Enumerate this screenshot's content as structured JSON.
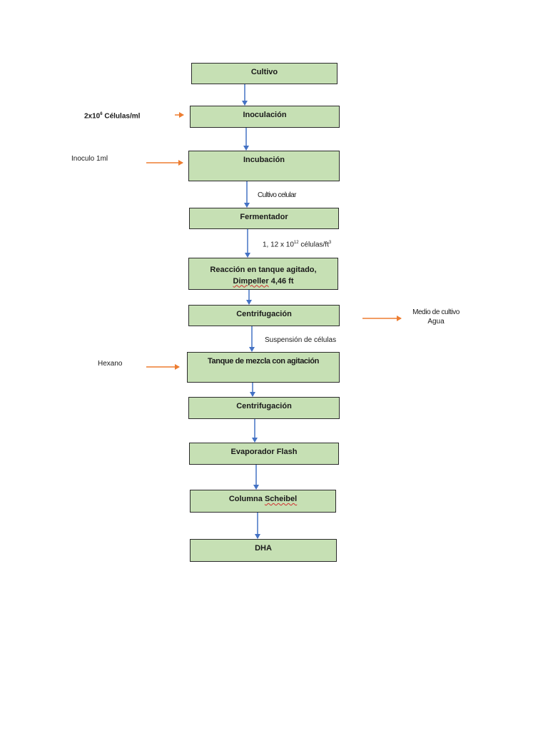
{
  "colors": {
    "box_fill": "#c6e0b4",
    "box_border": "#2b2b2b",
    "flow_arrow": "#4472c4",
    "input_arrow": "#ed7d31"
  },
  "steps": {
    "cultivo": "Cultivo",
    "inoculacion": "Inoculación",
    "incubacion": "Incubación",
    "fermentador": "Fermentador",
    "reaccion_line1": "Reacción en tanque agitado,",
    "reaccion_line2_word": "Dimpeller",
    "reaccion_line2_rest": " 4,46 ft",
    "centrifugacion1": "Centrifugación",
    "tanque_mezcla": "Tanque de mezcla con agitación",
    "centrifugacion2": "Centrifugación",
    "evaporador": "Evaporador Flash",
    "columna_word1": "Columna ",
    "columna_word2": "Scheibel",
    "dha": "DHA"
  },
  "inputs": {
    "celulas_base": "2x10",
    "celulas_exp": "6",
    "celulas_unit": " Células/ml",
    "inoculo": "Inoculo 1ml",
    "hexano": "Hexano"
  },
  "outputs": {
    "medio_line1": "Medio de cultivo",
    "medio_line2": "Agua"
  },
  "stream_labels": {
    "cultivo_celular": "Cultivo celular",
    "concentracion_base": "1, 12 x 10",
    "concentracion_exp": "12",
    "concentracion_unit": " células/ft",
    "concentracion_unit_exp": "3",
    "suspension": "Suspensión de células"
  }
}
